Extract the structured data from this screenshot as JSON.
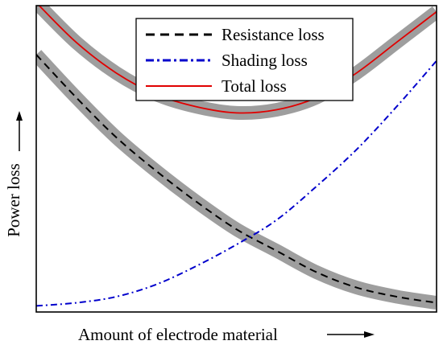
{
  "chart_data": {
    "type": "line",
    "xlabel": "Amount of electrode material",
    "ylabel": "Power loss",
    "xlim": [
      0,
      1
    ],
    "ylim": [
      0,
      1
    ],
    "ticks": "none",
    "grid": false,
    "legend_position": "top-right",
    "series": [
      {
        "name": "Resistance loss",
        "color": "#000000",
        "style": "dashed",
        "band": true,
        "x": [
          0,
          0.1,
          0.2,
          0.3,
          0.4,
          0.5,
          0.6,
          0.7,
          0.8,
          0.9,
          1.0
        ],
        "y": [
          0.84,
          0.7,
          0.57,
          0.46,
          0.36,
          0.27,
          0.2,
          0.13,
          0.08,
          0.05,
          0.03
        ]
      },
      {
        "name": "Shading loss",
        "color": "#0000cc",
        "style": "dashdot",
        "band": false,
        "x": [
          0,
          0.1,
          0.2,
          0.3,
          0.4,
          0.5,
          0.6,
          0.7,
          0.8,
          0.9,
          1.0
        ],
        "y": [
          0.02,
          0.03,
          0.05,
          0.09,
          0.15,
          0.22,
          0.3,
          0.41,
          0.53,
          0.67,
          0.82
        ]
      },
      {
        "name": "Total loss",
        "color": "#e00000",
        "style": "solid",
        "band": true,
        "x": [
          0,
          0.1,
          0.2,
          0.3,
          0.4,
          0.5,
          0.6,
          0.7,
          0.8,
          0.9,
          1.0
        ],
        "y": [
          1.01,
          0.88,
          0.78,
          0.71,
          0.67,
          0.65,
          0.66,
          0.7,
          0.78,
          0.88,
          0.98
        ]
      }
    ]
  },
  "colors": {
    "band": "#9e9e9e",
    "frame": "#000000"
  }
}
